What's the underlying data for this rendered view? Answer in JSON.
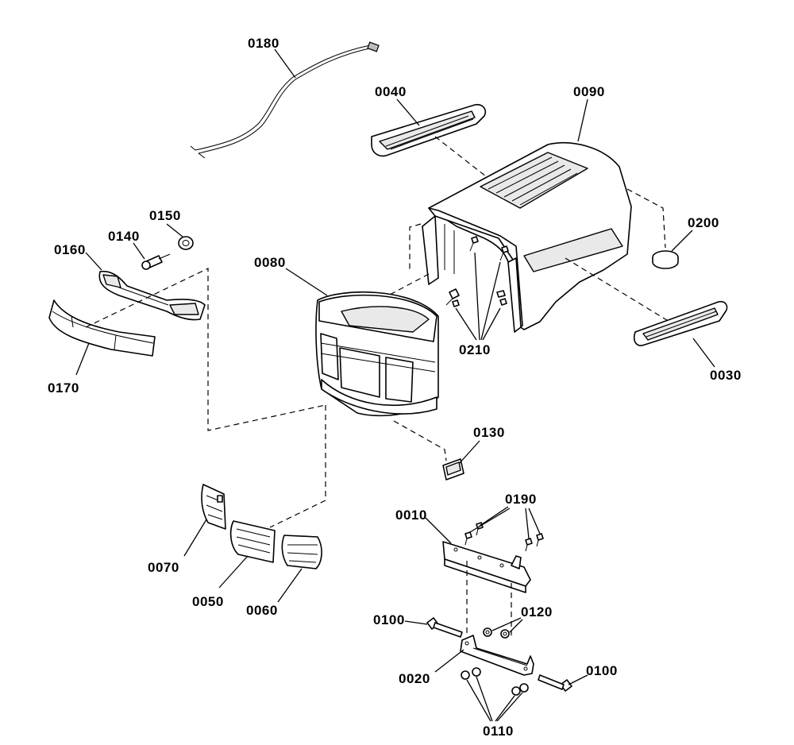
{
  "callouts": {
    "p0180": "0180",
    "p0040": "0040",
    "p0090": "0090",
    "p0150": "0150",
    "p0140": "0140",
    "p0160": "0160",
    "p0080": "0080",
    "p0200": "0200",
    "p0210": "0210",
    "p0030": "0030",
    "p0170": "0170",
    "p0130": "0130",
    "p0190": "0190",
    "p0010": "0010",
    "p0070": "0070",
    "p0050": "0050",
    "p0060": "0060",
    "p0100a": "0100",
    "p0120": "0120",
    "p0020": "0020",
    "p0100b": "0100",
    "p0110": "0110"
  }
}
